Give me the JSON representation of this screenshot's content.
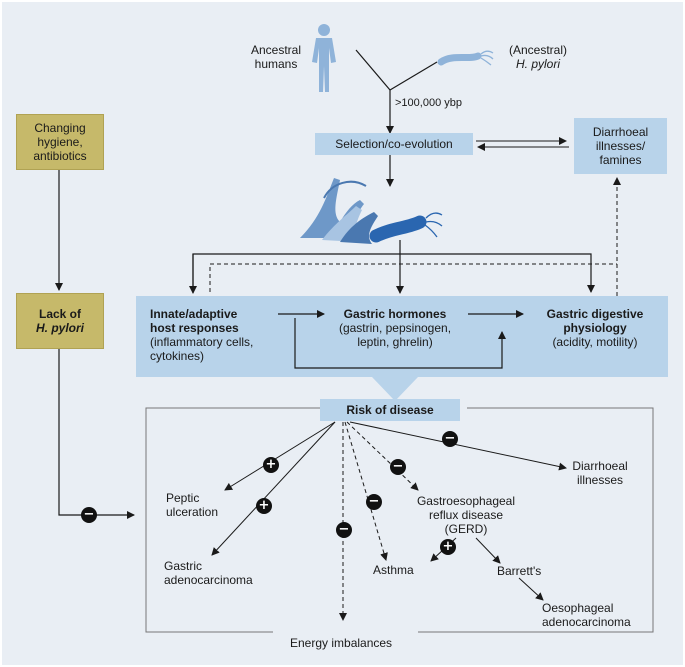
{
  "top": {
    "humans_l1": "Ancestral",
    "humans_l2": "humans",
    "pylori_l1": "(Ancestral)",
    "pylori_l2": "H. pylori",
    "ybp": ">100,000 ybp"
  },
  "selection": "Selection/co-evolution",
  "diarrhoea_box": {
    "l1": "Diarrhoeal",
    "l2": "illnesses/",
    "l3": "famines"
  },
  "hygiene_box": {
    "l1": "Changing",
    "l2": "hygiene,",
    "l3": "antibiotics"
  },
  "lack_box": {
    "l1": "Lack of",
    "l2": "H. pylori"
  },
  "band": {
    "innate": {
      "t1": "Innate/adaptive",
      "t2": "host responses",
      "s1": "(inflammatory cells,",
      "s2": "cytokines)"
    },
    "hormones": {
      "t1": "Gastric hormones",
      "s1": "(gastrin, pepsinogen,",
      "s2": "leptin, ghrelin)"
    },
    "physiology": {
      "t1": "Gastric digestive",
      "t2": "physiology",
      "s1": "(acidity, motility)"
    }
  },
  "risk": "Risk of disease",
  "outcomes": {
    "peptic_l1": "Peptic",
    "peptic_l2": "ulceration",
    "gastric_ca_l1": "Gastric",
    "gastric_ca_l2": "adenocarcinoma",
    "energy": "Energy imbalances",
    "asthma": "Asthma",
    "gerd_l1": "Gastroesophageal",
    "gerd_l2": "reflux disease",
    "gerd_l3": "(GERD)",
    "barretts": "Barrett's",
    "oeso_l1": "Oesophageal",
    "oeso_l2": "adenocarcinoma",
    "diarr_l1": "Diarrhoeal",
    "diarr_l2": "illnesses"
  },
  "signs": {
    "plus": "+",
    "minus": "−"
  },
  "colors": {
    "panel": "#e9eef4",
    "band": "#b8d3ea",
    "olive": "#c6b96a",
    "figure": "#8fb3d9"
  }
}
